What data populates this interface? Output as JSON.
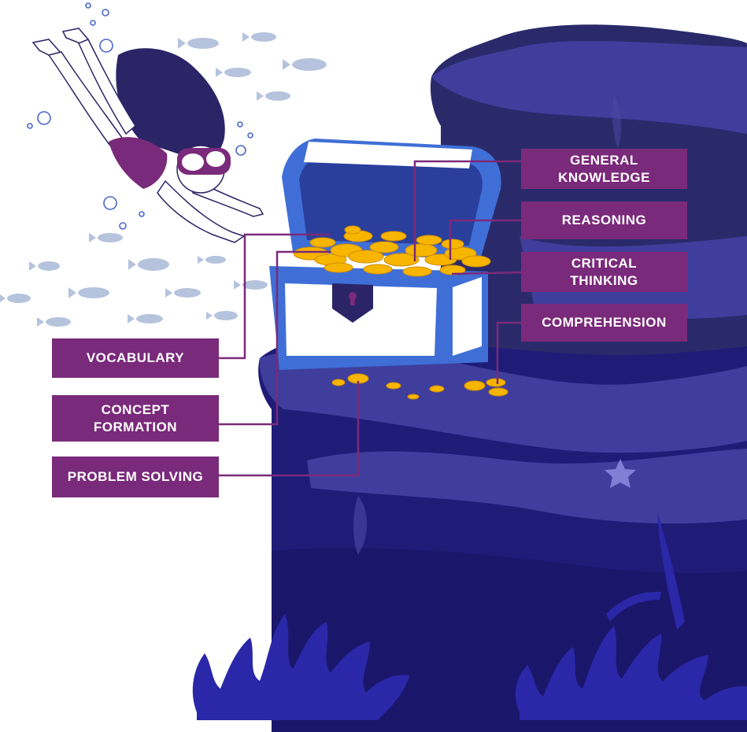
{
  "colors": {
    "label_bg": "#7a2a7a",
    "connector": "#7a2a7a",
    "rock_light": "#3f3e9c",
    "rock_mid": "#2a2a6b",
    "rock_deep": "#1d1970",
    "coral": "#2a27a8",
    "chest": "#3f6fd6",
    "coin": "#f7b500",
    "fish": "#a9b9d8"
  },
  "labels": {
    "general_knowledge": "GENERAL\nKNOWLEDGE",
    "reasoning": "REASONING",
    "critical_thinking": "CRITICAL\nTHINKING",
    "comprehension": "COMPREHENSION",
    "vocabulary": "VOCABULARY",
    "concept_formation": "CONCEPT\nFORMATION",
    "problem_solving": "PROBLEM SOLVING"
  },
  "icons": [
    "diver-icon",
    "treasure-chest-icon",
    "coin-icon",
    "fish-icon",
    "bubble-icon",
    "starfish-icon",
    "coral-icon",
    "keyhole-icon"
  ]
}
